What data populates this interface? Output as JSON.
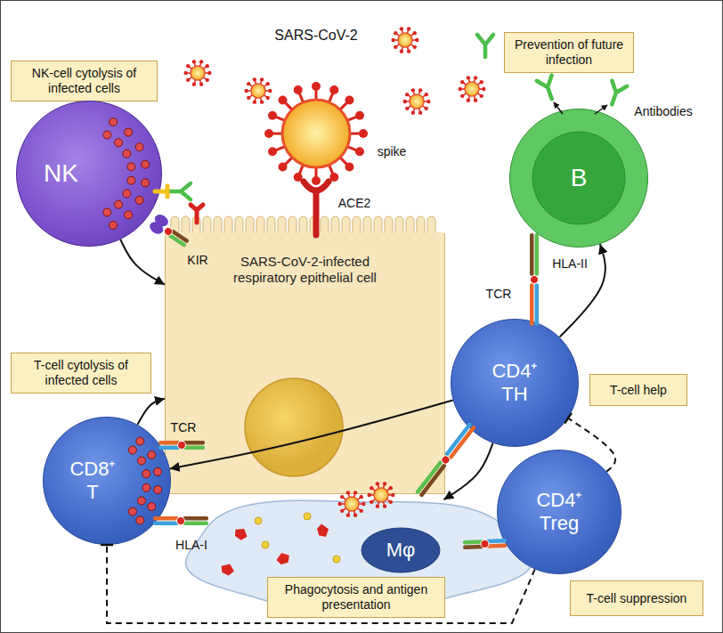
{
  "diagram": {
    "nodes": [
      {
        "text": [
          "NK-cell cytolysis of infected cells"
        ]
      },
      {
        "text": [
          "Prevention of future infection"
        ]
      },
      {
        "text": [
          "NK"
        ]
      },
      {
        "text": [
          "SARS-CoV-2-infected respiratory epithelial cell"
        ]
      },
      {
        "text": [
          "B"
        ]
      },
      {
        "text": [
          "T-cell cytolysis of infected cells"
        ]
      },
      {
        "text": [
          "CD8⁺ T"
        ]
      },
      {
        "text": [
          "CD4⁺ TH"
        ]
      },
      {
        "text": [
          "T-cell help"
        ]
      },
      {
        "text": [
          "Mφ"
        ]
      },
      {
        "text": [
          "CD4⁺ Treg"
        ]
      },
      {
        "text": [
          "Phagocytosis and antigen presentation"
        ]
      },
      {
        "text": [
          "T-cell suppression"
        ]
      }
    ],
    "edges": [
      {
        "from": 2,
        "to": 3,
        "arrow": "to"
      },
      {
        "from": 6,
        "to": 3,
        "arrow": "to"
      },
      {
        "from": 7,
        "to": 4,
        "arrow": "to"
      },
      {
        "from": 7,
        "to": 6,
        "arrow": "to"
      },
      {
        "from": 7,
        "to": 9,
        "arrow": "to"
      },
      {
        "from": 10,
        "to": 7,
        "arrow": "none"
      },
      {
        "from": 10,
        "to": 6,
        "arrow": "none"
      }
    ],
    "labels": [
      "SARS-CoV-2",
      "spike",
      "ACE2",
      "Antibodies",
      "KIR",
      "TCR",
      "HLA-II",
      "TCR",
      "HLA-I"
    ]
  }
}
